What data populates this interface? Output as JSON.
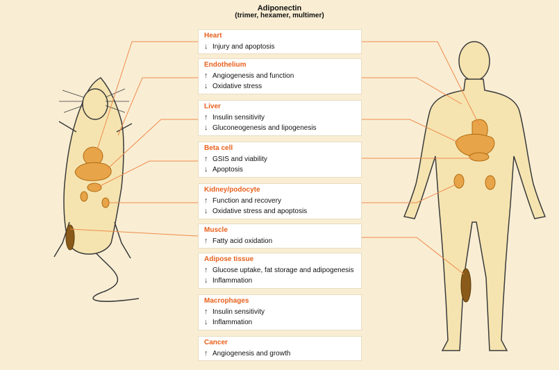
{
  "title": "Adiponectin",
  "subtitle": "(trimer, hexamer, multimer)",
  "colors": {
    "background": "#f9eed4",
    "organ": "#e8a449",
    "organ_stroke": "#b06a10",
    "accent_text": "#e8601c",
    "connector": "#f08a4b",
    "body_fill": "#f5e4b0",
    "body_stroke": "#3a3a3a"
  },
  "panels": [
    {
      "name": "Heart",
      "effects": [
        {
          "arrow": "down",
          "text": "Injury and apoptosis"
        }
      ]
    },
    {
      "name": "Endothelium",
      "effects": [
        {
          "arrow": "up",
          "text": "Angiogenesis and function"
        },
        {
          "arrow": "down",
          "text": "Oxidative stress"
        }
      ]
    },
    {
      "name": "Liver",
      "effects": [
        {
          "arrow": "up",
          "text": "Insulin sensitivity"
        },
        {
          "arrow": "down",
          "text": "Gluconeogenesis and lipogenesis"
        }
      ]
    },
    {
      "name": "Beta cell",
      "effects": [
        {
          "arrow": "up",
          "text": "GSIS and viability"
        },
        {
          "arrow": "down",
          "text": "Apoptosis"
        }
      ]
    },
    {
      "name": "Kidney/podocyte",
      "effects": [
        {
          "arrow": "up",
          "text": "Function and recovery"
        },
        {
          "arrow": "down",
          "text": "Oxidative stress and apoptosis"
        }
      ]
    },
    {
      "name": "Muscle",
      "effects": [
        {
          "arrow": "up",
          "text": "Fatty acid oxidation"
        }
      ]
    },
    {
      "name": "Adipose tissue",
      "effects": [
        {
          "arrow": "up",
          "text": "Glucose uptake, fat storage and adipogenesis"
        },
        {
          "arrow": "down",
          "text": "Inflammation"
        }
      ]
    },
    {
      "name": "Macrophages",
      "effects": [
        {
          "arrow": "up",
          "text": "Insulin sensitivity"
        },
        {
          "arrow": "down",
          "text": "Inflammation"
        }
      ]
    },
    {
      "name": "Cancer",
      "effects": [
        {
          "arrow": "up",
          "text": "Angiogenesis and growth"
        }
      ]
    }
  ]
}
